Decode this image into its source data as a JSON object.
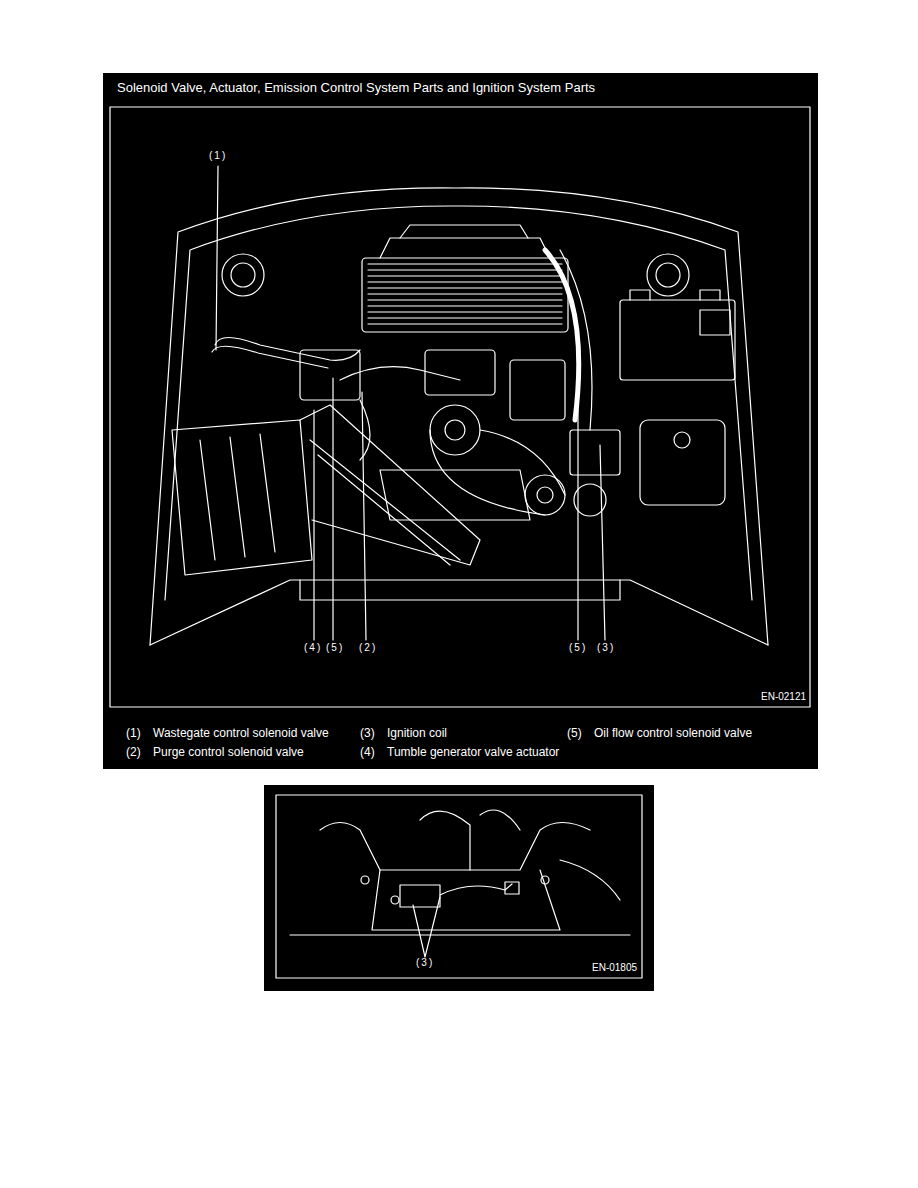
{
  "diagram": {
    "title": "Solenoid Valve, Actuator, Emission Control System Parts and Ignition System Parts",
    "labels": [
      "(1)",
      "(4)",
      "(5)",
      "(2)",
      "(5)",
      "(3)",
      "EN-02121",
      "(1)",
      "Wastegate control solenoid valve",
      "(2)",
      "Purge control solenoid valve",
      "(3)",
      "Ignition coil",
      "(4)",
      "Tumble generator valve actuator",
      "(5)",
      "Oil flow control solenoid valve",
      "(3)",
      "EN-01805"
    ]
  }
}
